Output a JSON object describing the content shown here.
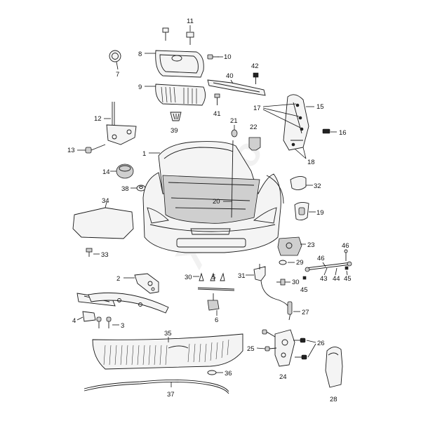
{
  "watermark": {
    "text": "Xoauto"
  },
  "callouts": {
    "c1": "1",
    "c2": "2",
    "c3": "3",
    "c4": "4",
    "c5": "5",
    "c6": "6",
    "c7": "7",
    "c8": "8",
    "c9": "9",
    "c10": "10",
    "c11": "11",
    "c12": "12",
    "c13": "13",
    "c14": "14",
    "c15": "15",
    "c16": "16",
    "c17": "17",
    "c18": "18",
    "c19": "19",
    "c20": "20",
    "c21": "21",
    "c22": "22",
    "c23": "23",
    "c24": "24",
    "c25": "25",
    "c26": "26",
    "c27": "27",
    "c28": "28",
    "c29": "29",
    "c30a": "30",
    "c30b": "30",
    "c31": "31",
    "c32": "32",
    "c33": "33",
    "c34": "34",
    "c35": "35",
    "c36": "36",
    "c37": "37",
    "c38": "38",
    "c39": "39",
    "c40": "40",
    "c41": "41",
    "c42": "42",
    "c43": "43",
    "c44": "44",
    "c45a": "45",
    "c45b": "45",
    "c46a": "46",
    "c46b": "46"
  }
}
